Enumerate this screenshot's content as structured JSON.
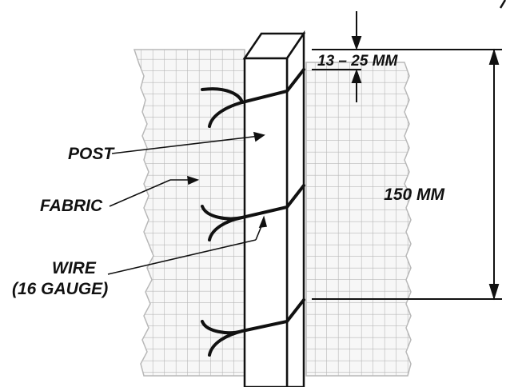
{
  "labels": {
    "post": "POST",
    "fabric": "FABRIC",
    "wire_line1": "WIRE",
    "wire_line2": "(16 GAUGE)",
    "dim_small": "13 – 25 MM",
    "dim_large": "150 MM"
  },
  "colors": {
    "line": "#111111",
    "fabric_grid": "#b8b8b8",
    "fabric_bg": "#f7f7f7",
    "background": "#ffffff"
  },
  "icons": [
    "arrow-down-icon",
    "arrow-up-icon"
  ]
}
